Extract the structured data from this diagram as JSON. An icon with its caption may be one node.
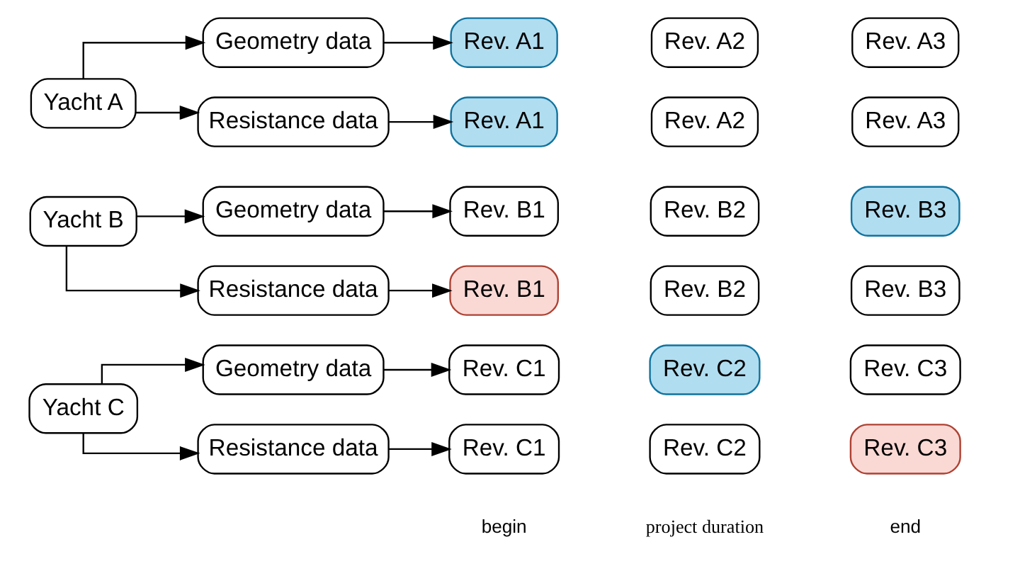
{
  "diagram": {
    "nodes": [
      {
        "text": [
          "Yacht A"
        ]
      },
      {
        "text": [
          "Geometry data"
        ]
      },
      {
        "text": [
          "Rev. A1"
        ]
      },
      {
        "text": [
          "Rev. A2"
        ]
      },
      {
        "text": [
          "Rev. A3"
        ]
      },
      {
        "text": [
          "Resistance data"
        ]
      },
      {
        "text": [
          "Rev. A1"
        ]
      },
      {
        "text": [
          "Rev. A2"
        ]
      },
      {
        "text": [
          "Rev. A3"
        ]
      },
      {
        "text": [
          "Yacht B"
        ]
      },
      {
        "text": [
          "Geometry data"
        ]
      },
      {
        "text": [
          "Rev. B1"
        ]
      },
      {
        "text": [
          "Rev. B2"
        ]
      },
      {
        "text": [
          "Rev. B3"
        ]
      },
      {
        "text": [
          "Resistance data"
        ]
      },
      {
        "text": [
          "Rev. B1"
        ]
      },
      {
        "text": [
          "Rev. B2"
        ]
      },
      {
        "text": [
          "Rev. B3"
        ]
      },
      {
        "text": [
          "Yacht C"
        ]
      },
      {
        "text": [
          "Geometry data"
        ]
      },
      {
        "text": [
          "Rev. C1"
        ]
      },
      {
        "text": [
          "Rev. C2"
        ]
      },
      {
        "text": [
          "Rev. C3"
        ]
      },
      {
        "text": [
          "Resistance data"
        ]
      },
      {
        "text": [
          "Rev. C1"
        ]
      },
      {
        "text": [
          "Rev. C2"
        ]
      },
      {
        "text": [
          "Rev. C3"
        ]
      }
    ],
    "edges": [
      {
        "from": 0,
        "to": 1,
        "arrow": "to"
      },
      {
        "from": 0,
        "to": 5,
        "arrow": "to"
      },
      {
        "from": 1,
        "to": 2,
        "arrow": "to"
      },
      {
        "from": 5,
        "to": 6,
        "arrow": "to"
      },
      {
        "from": 9,
        "to": 10,
        "arrow": "to"
      },
      {
        "from": 9,
        "to": 14,
        "arrow": "to"
      },
      {
        "from": 10,
        "to": 11,
        "arrow": "to"
      },
      {
        "from": 14,
        "to": 15,
        "arrow": "to"
      },
      {
        "from": 18,
        "to": 19,
        "arrow": "to"
      },
      {
        "from": 18,
        "to": 23,
        "arrow": "to"
      },
      {
        "from": 19,
        "to": 20,
        "arrow": "to"
      },
      {
        "from": 23,
        "to": 24,
        "arrow": "to"
      }
    ],
    "labels": [
      "begin",
      "project duration",
      "end"
    ]
  }
}
